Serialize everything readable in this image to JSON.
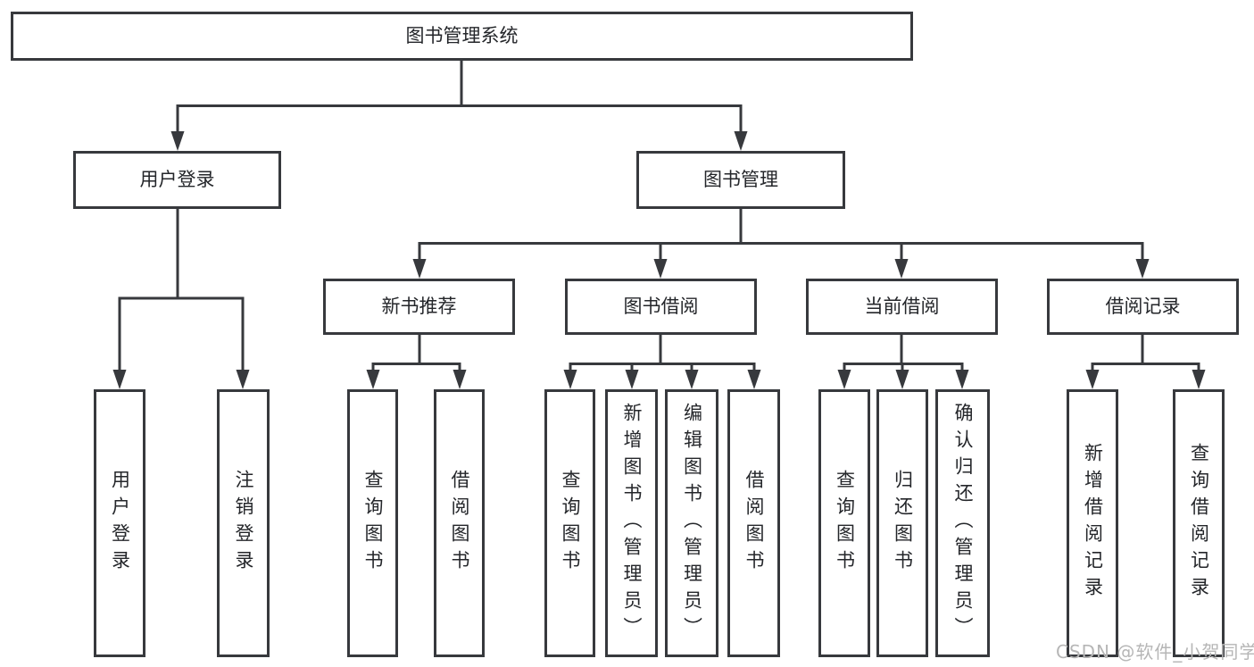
{
  "diagram": {
    "tree": {
      "label": "图书管理系统",
      "children": [
        {
          "label": "用户登录",
          "children": [
            {
              "label": "用户登录"
            },
            {
              "label": "注销登录"
            }
          ]
        },
        {
          "label": "图书管理",
          "children": [
            {
              "label": "新书推荐",
              "children": [
                {
                  "label": "查询图书"
                },
                {
                  "label": "借阅图书"
                }
              ]
            },
            {
              "label": "图书借阅",
              "children": [
                {
                  "label": "查询图书"
                },
                {
                  "label": "新增图书（管理员）"
                },
                {
                  "label": "编辑图书（管理员）"
                },
                {
                  "label": "借阅图书"
                }
              ]
            },
            {
              "label": "当前借阅",
              "children": [
                {
                  "label": "查询图书"
                },
                {
                  "label": "归还图书"
                },
                {
                  "label": "确认归还（管理员）"
                }
              ]
            },
            {
              "label": "借阅记录",
              "children": [
                {
                  "label": "新增借阅记录"
                },
                {
                  "label": "查询借阅记录"
                }
              ]
            }
          ]
        }
      ]
    },
    "colors": {
      "line": "#37393d",
      "box_border": "#37393d",
      "text": "#24262a",
      "watermark": "#b6b6b6",
      "background": "#ffffff"
    }
  },
  "watermark": {
    "text": "CSDN @软件_小贺同学"
  }
}
